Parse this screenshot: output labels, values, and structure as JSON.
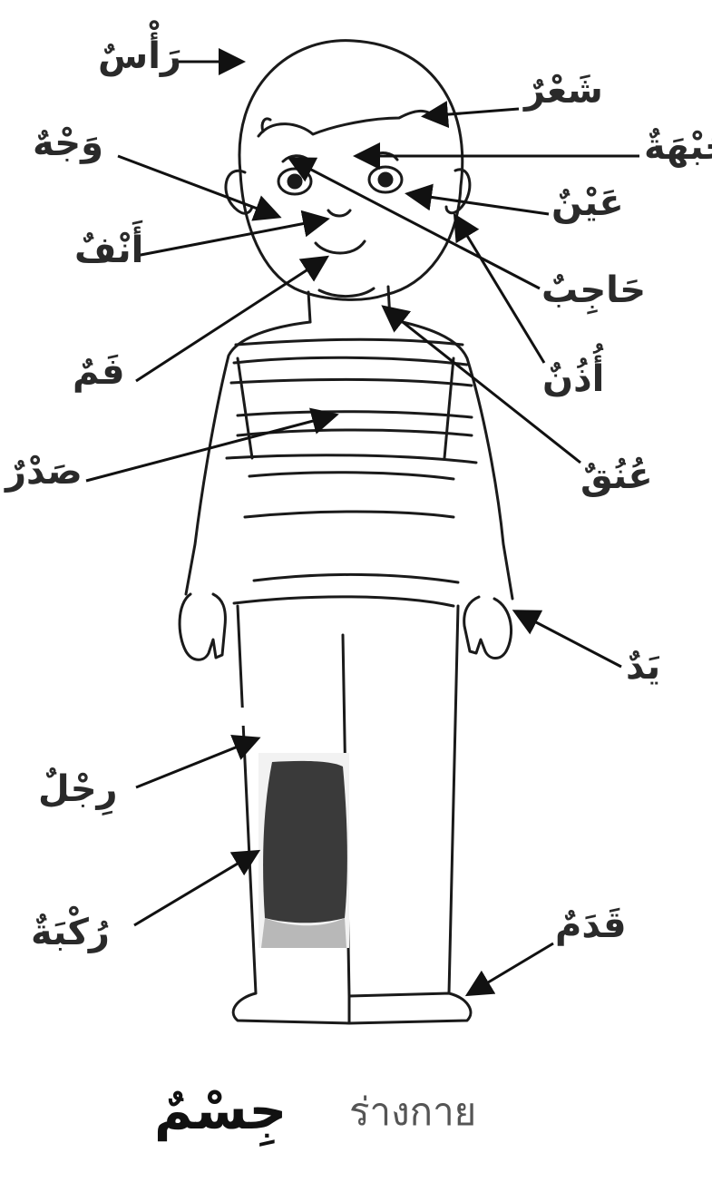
{
  "labels": {
    "head": "رَأْسٌ",
    "hair": "شَعْرٌ",
    "face": "وَجْهٌ",
    "forehead": "جَبْهَةٌ",
    "eye": "عَيْنٌ",
    "nose": "أَنْفٌ",
    "eyebrow": "حَاجِبٌ",
    "ear": "أُذُنٌ",
    "mouth": "فَمٌ",
    "chest": "صَدْرٌ",
    "neck": "عُنُقٌ",
    "hand": "يَدٌ",
    "leg": "رِجْلٌ",
    "knee": "رُكْبَةٌ",
    "foot": "قَدَمٌ"
  },
  "title": {
    "arabic": "جِسْمٌ",
    "thai": "ร่างกาย"
  }
}
